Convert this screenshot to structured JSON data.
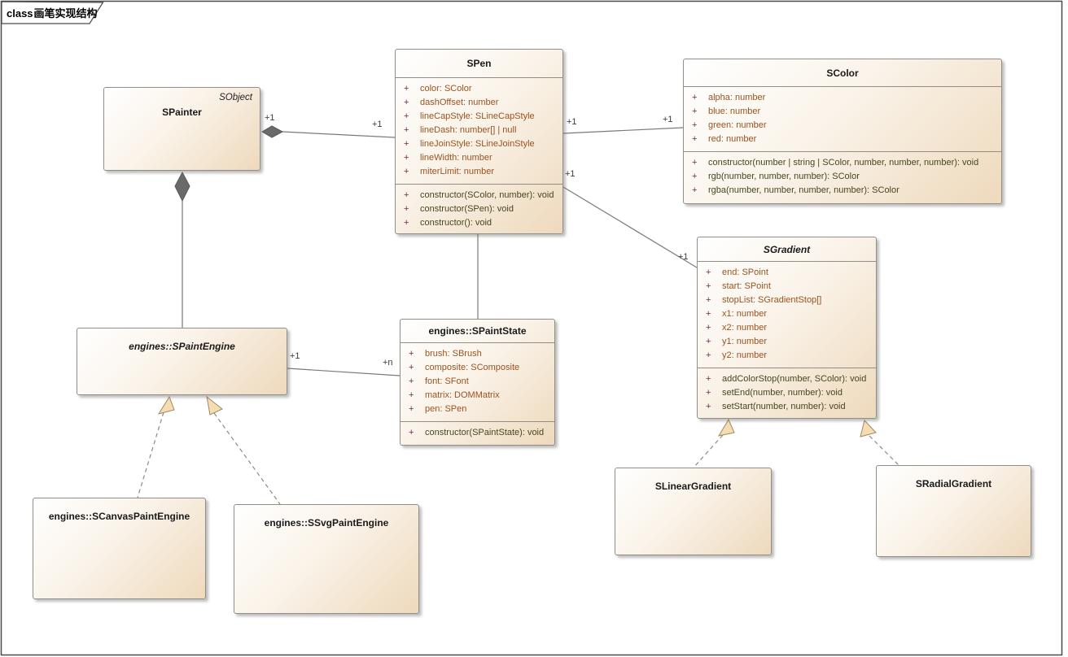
{
  "frame": {
    "keyword": "class",
    "title": "画笔实现结构"
  },
  "symbols": {
    "plus": "+"
  },
  "classes": {
    "spainter": {
      "stereotype": "SObject",
      "name": "SPainter"
    },
    "spen": {
      "name": "SPen",
      "attributes": [
        "color: SColor",
        "dashOffset: number",
        "lineCapStyle: SLineCapStyle",
        "lineDash: number[] | null",
        "lineJoinStyle: SLineJoinStyle",
        "lineWidth: number",
        "miterLimit: number"
      ],
      "methods": [
        "constructor(SColor, number): void",
        "constructor(SPen): void",
        "constructor(): void"
      ]
    },
    "scolor": {
      "name": "SColor",
      "attributes": [
        "alpha: number",
        "blue: number",
        "green: number",
        "red: number"
      ],
      "methods": [
        "constructor(number | string | SColor, number, number, number): void",
        "rgb(number, number, number): SColor",
        "rgba(number, number, number, number): SColor"
      ]
    },
    "sgradient": {
      "name": "SGradient",
      "attributes": [
        "end: SPoint",
        "start: SPoint",
        "stopList: SGradientStop[]",
        "x1: number",
        "x2: number",
        "y1: number",
        "y2: number"
      ],
      "methods": [
        "addColorStop(number, SColor): void",
        "setEnd(number, number): void",
        "setStart(number, number): void"
      ]
    },
    "spaintstate": {
      "name": "engines::SPaintState",
      "attributes": [
        "brush: SBrush",
        "composite: SComposite",
        "font: SFont",
        "matrix: DOMMatrix",
        "pen: SPen"
      ],
      "methods": [
        "constructor(SPaintState): void"
      ]
    },
    "spaintengine": {
      "name": "engines::SPaintEngine"
    },
    "scanvaspaintengine": {
      "name": "engines::SCanvasPaintEngine"
    },
    "ssvgpaintengine": {
      "name": "engines::SSvgPaintEngine"
    },
    "slineargradient": {
      "name": "SLinearGradient"
    },
    "sradialgradient": {
      "name": "SRadialGradient"
    }
  },
  "multiplicity": {
    "painter_pen_source": "+1",
    "painter_pen_target": "+1",
    "pen_color_source": "+1",
    "pen_color_target": "+1",
    "pen_gradient_source": "+1",
    "pen_gradient_target": "+1",
    "engine_state_source": "+1",
    "engine_state_target": "+n"
  },
  "colors": {
    "attribute_text": "#9b521f",
    "method_text": "#45471f",
    "visibility_text": "#6b2d4e",
    "box_border": "#8f8f87",
    "box_fill_gradient_end": "#eed9bc",
    "connector_line": "#7a7a7a",
    "diamond_fill": "#6a6a6a",
    "triangle_fill": "#f5ddb1"
  }
}
